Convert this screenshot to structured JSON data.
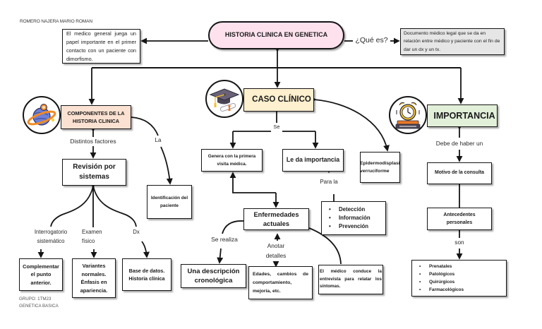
{
  "header": {
    "author": "ROMERO NAJERA MARIO ROMAN"
  },
  "root": {
    "title": "HISTORIA CLINICA EN GENETICA",
    "question_label": "¿Qué es?",
    "definition": "Documento médico legal que se da en relación entre médico y paciente con el fin de dar un dx y un tx.",
    "side_note": "El medico general juega un papel importante en el primer contacto con un paciente con dimorfismo."
  },
  "components": {
    "icon": "planet-icon",
    "title": "COMPONENTES DE LA HISTORIA CLINICA",
    "connector_factors": "Distintos factores",
    "connector_la": "La",
    "review": "Revisión por sistemas",
    "identification": "Identificación del paciente",
    "branches": [
      {
        "label": "Interrogatorio sistemático",
        "result": "Complementar el punto anterior."
      },
      {
        "label": "Examen físico",
        "result": "Variantes normales. Énfasis en apariencia."
      },
      {
        "label": "Dx",
        "result": "Base de datos. Historia clínica"
      }
    ]
  },
  "clinical_case": {
    "icon": "graduation-cap-icon",
    "title": "CASO CLÍNICO",
    "connector_se": "Se",
    "generates": "Genera con la primera visita médica.",
    "importance": "Le da importancia",
    "connector_para": "Para la",
    "purposes": [
      "Detección",
      "Información",
      "Prevención"
    ],
    "example": "Epidermodisplasia verruciforme",
    "current_diseases": "Enfermedades actuales",
    "connector_realiza": "Se realiza",
    "chronological": "Una descripción cronológica",
    "connector_anotar": "Anotar detalles",
    "details": "Edades, cambios de comportamiento, mejoría, etc.",
    "interview": "El médico conduce la entrevista para relatar los síntomas."
  },
  "importance": {
    "icon": "alarm-clock-icon",
    "title": "IMPORTANCIA",
    "connector_debe": "Debe de haber un",
    "reason": "Motivo de la consulta",
    "history": "Antecedentes personales",
    "connector_son": "son",
    "history_types": [
      "Prenatales",
      "Patológicos",
      "Quirúrgicos",
      "Farmacológicos"
    ]
  },
  "footer": {
    "group": "GRUPO: 1TM23",
    "subject": "GENETICA BASICA"
  },
  "colors": {
    "root_fill": "#fde2ee",
    "components_fill": "#fbe1d1",
    "case_fill": "#fff0cf",
    "importance_fill": "#e2efd9",
    "definition_fill": "#e6e6e6"
  }
}
